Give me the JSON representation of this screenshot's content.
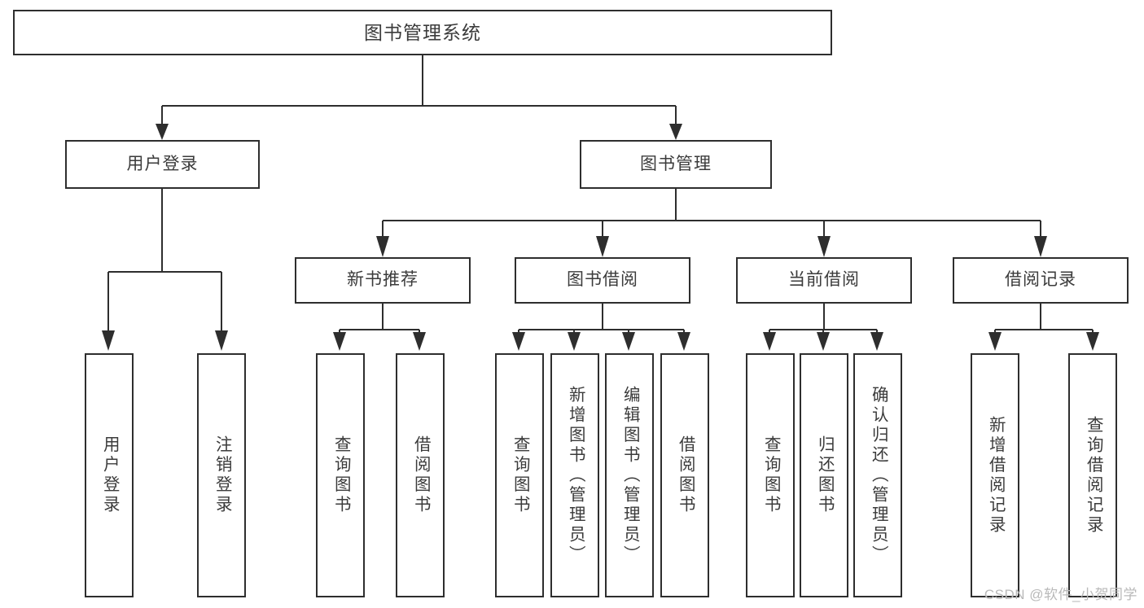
{
  "diagram": {
    "title": "图书管理系统",
    "type": "tree",
    "colors": {
      "background": "#ffffff",
      "line": "#2e2e2e",
      "box_border": "#2e2e2e",
      "text": "#3b3b3b",
      "watermark": "#b9b9b9"
    },
    "root": {
      "label": "图书管理系统"
    },
    "level2": [
      {
        "label": "用户登录"
      },
      {
        "label": "图书管理"
      }
    ],
    "level3": [
      {
        "label": "新书推荐"
      },
      {
        "label": "图书借阅"
      },
      {
        "label": "当前借阅"
      },
      {
        "label": "借阅记录"
      }
    ],
    "leaves": {
      "user_login": [
        {
          "label": "用户登录"
        },
        {
          "label": "注销登录"
        }
      ],
      "new_book_recommend": [
        {
          "label": "查询图书"
        },
        {
          "label": "借阅图书"
        }
      ],
      "book_borrow": [
        {
          "label": "查询图书"
        },
        {
          "label": "新增图书（管理员）"
        },
        {
          "label": "编辑图书（管理员）"
        },
        {
          "label": "借阅图书"
        }
      ],
      "current_borrow": [
        {
          "label": "查询图书"
        },
        {
          "label": "归还图书"
        },
        {
          "label": "确认归还（管理员）"
        }
      ],
      "borrow_record": [
        {
          "label": "新增借阅记录"
        },
        {
          "label": "查询借阅记录"
        }
      ]
    }
  },
  "watermark": {
    "text": "CSDN @软件_小贺同学"
  }
}
